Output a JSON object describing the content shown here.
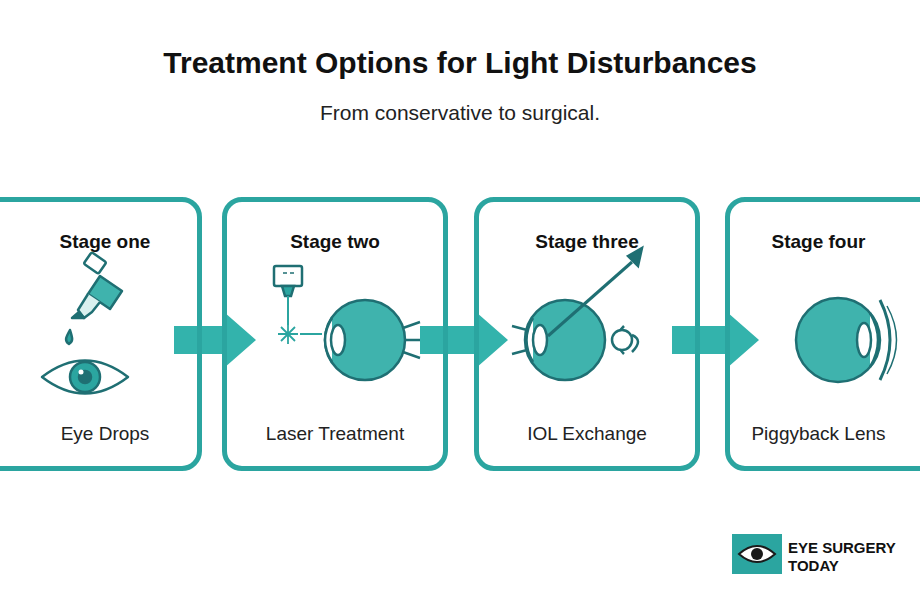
{
  "diagram": {
    "title": "Treatment Options for Light Disturbances",
    "caption": "From conservative to surgical.",
    "nodes": [
      {
        "text": [
          "Stage one",
          "Eye Drops"
        ]
      },
      {
        "text": [
          "Stage two",
          "Laser Treatment"
        ]
      },
      {
        "text": [
          "Stage three",
          "IOL Exchange"
        ]
      },
      {
        "text": [
          "Stage four",
          "Piggyback Lens"
        ]
      }
    ],
    "edges": [
      {
        "from": 0,
        "to": 1,
        "arrow": "to"
      },
      {
        "from": 1,
        "to": 2,
        "arrow": "to"
      },
      {
        "from": 2,
        "to": 3,
        "arrow": "to"
      }
    ],
    "labels": [
      "EYE SURGERY TODAY"
    ]
  }
}
